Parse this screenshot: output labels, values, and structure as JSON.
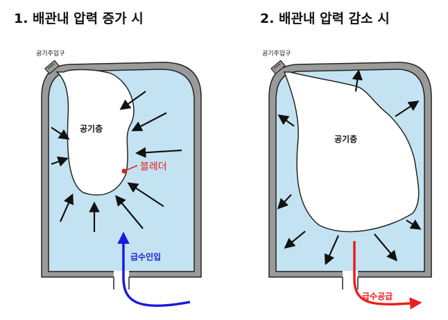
{
  "left_panel": {
    "title": "1. 배관내 압력 증가 시",
    "air_inlet_label": "공기주입구",
    "air_layer_label": "공기층",
    "bladder_label": "블레더",
    "flow_label": "급수인입",
    "flow_color": "#1a1adb",
    "bladder_color": "#e31b1b"
  },
  "right_panel": {
    "title": "2. 배관내 압력 감소 시",
    "air_inlet_label": "공기주입구",
    "air_layer_label": "공기층",
    "flow_label": "급수공급",
    "flow_color": "#ee1c1c"
  },
  "colors": {
    "tank_wall": "#9a9a9a",
    "water": "#c4e3f2",
    "outline": "#222222"
  }
}
